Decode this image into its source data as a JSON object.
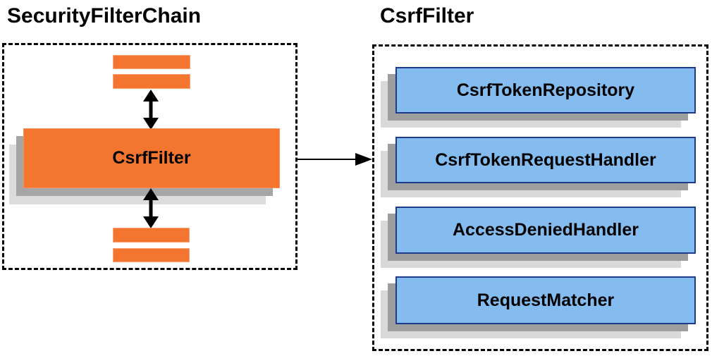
{
  "diagram": {
    "type": "architecture-diagram",
    "background_color": "#ffffff",
    "left_panel": {
      "title": "SecurityFilterChain",
      "border_style": "dashed",
      "filter_bars_top_count": 2,
      "filter_bars_bottom_count": 2,
      "center_node": {
        "label": "CsrfFilter",
        "fill_color": "#F4752F"
      },
      "arrows": [
        {
          "name": "top-double-arrow",
          "direction": "vertical-bidirectional"
        },
        {
          "name": "bottom-double-arrow",
          "direction": "vertical-bidirectional"
        }
      ]
    },
    "right_panel": {
      "title": "CsrfFilter",
      "border_style": "dashed",
      "boxes": [
        {
          "label": "CsrfTokenRepository"
        },
        {
          "label": "CsrfTokenRequestHandler"
        },
        {
          "label": "AccessDeniedHandler"
        },
        {
          "label": "RequestMatcher"
        }
      ],
      "box_fill_color": "#85BCF0",
      "box_border_color": "#1e3a8a"
    },
    "connector": {
      "name": "csrffilter-to-csrffilter-detail-arrow",
      "direction": "left-to-right"
    },
    "colors": {
      "orange_fill": "#F4752F",
      "blue_fill": "#85BCF0",
      "blue_border": "#1e3a8a",
      "shadow_dark": "#a6a6a6",
      "shadow_light": "#dcdcdc",
      "line_color": "#000000"
    }
  }
}
